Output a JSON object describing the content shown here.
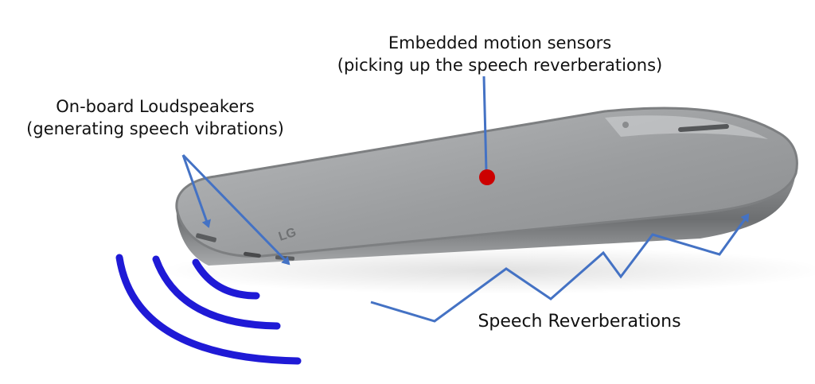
{
  "labels": {
    "motion_sensors": {
      "line1": "Embedded motion sensors",
      "line2": "(picking up the speech reverberations)"
    },
    "loudspeakers": {
      "line1": "On-board Loudspeakers",
      "line2": "(generating speech vibrations)"
    },
    "reverberations": "Speech Reverberations"
  },
  "phone": {
    "brand_logo": "LG"
  },
  "colors": {
    "arrow": "#4472c4",
    "sound_waves": "#1f1ad6",
    "sensor_dot": "#cc0000",
    "phone_screen": "#9a9c9e",
    "phone_frame": "#6f7173"
  },
  "icons": [
    "sound-wave-icon",
    "sensor-dot-icon",
    "arrow-icon",
    "smartphone-icon"
  ]
}
